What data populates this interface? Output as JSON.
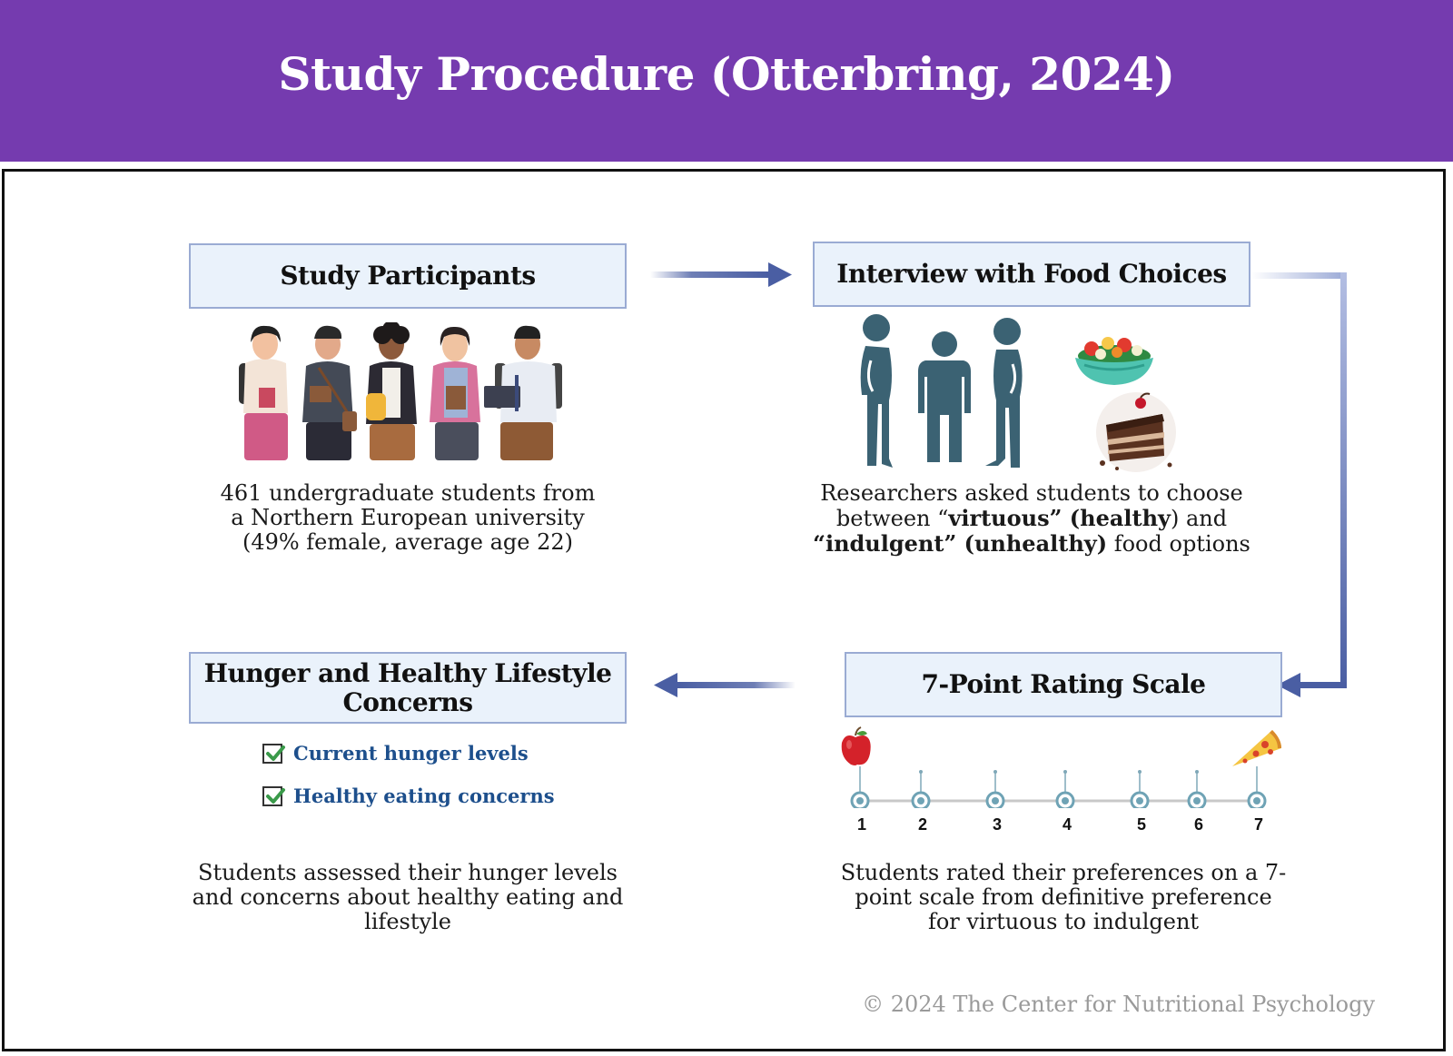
{
  "header": {
    "title": "Study Procedure (Otterbring, 2024)"
  },
  "steps": {
    "participants": {
      "title": "Study Participants",
      "desc_lines": [
        "461 undergraduate students from",
        "a Northern European university",
        "(49% female, average age 22)"
      ]
    },
    "interview": {
      "title": "Interview with Food Choices",
      "desc_line1": "Researchers asked students to choose",
      "desc_line2_pre": "between “",
      "desc_line2_bold1": "virtuous” (healthy",
      "desc_line2_post": ") and",
      "desc_line3_bold": "“indulgent” (unhealthy)",
      "desc_line3_post": " food options"
    },
    "rating": {
      "title": "7-Point Rating Scale",
      "desc_lines": [
        "Students rated their preferences on a 7-",
        "point scale from definitive preference",
        "for virtuous to indulgent"
      ],
      "scale_labels": [
        "1",
        "2",
        "3",
        "4",
        "5",
        "6",
        "7"
      ]
    },
    "hunger": {
      "title_line1": "Hunger and Healthy Lifestyle",
      "title_line2": "Concerns",
      "checklist": [
        "Current hunger levels",
        "Healthy eating concerns"
      ],
      "desc_lines": [
        "Students assessed their hunger levels",
        "and concerns about healthy eating and",
        "lifestyle"
      ]
    }
  },
  "footer": {
    "copyright": "© 2024 The Center for Nutritional Psychology"
  },
  "colors": {
    "header_bg": "#753baf",
    "box_bg": "#eaf2fb",
    "box_border": "#9aabd3",
    "arrow": "#4a5ea3",
    "check_text": "#1d4f8c"
  },
  "icons": [
    "students-group-illustration",
    "standing-people-icon",
    "salad-bowl-icon",
    "chocolate-cake-icon",
    "apple-icon",
    "pizza-slice-icon",
    "checkbox-checked-icon"
  ]
}
